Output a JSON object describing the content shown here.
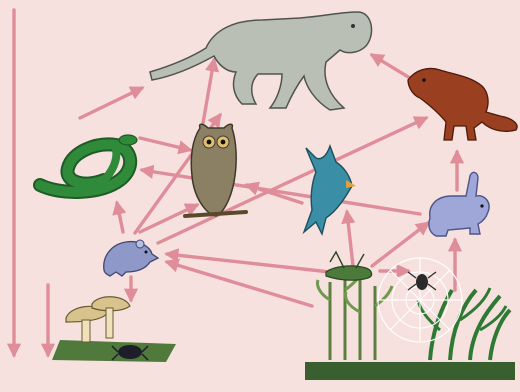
{
  "diagram": {
    "background": "#f6e1df",
    "arrow_color": "#e08d9a",
    "organisms": [
      {
        "id": "cougar",
        "icon": "cougar-icon",
        "color": "#b9bfb5"
      },
      {
        "id": "fox",
        "icon": "fox-icon",
        "color": "#9a3f20"
      },
      {
        "id": "snake",
        "icon": "snake-icon",
        "color": "#2f8a3a"
      },
      {
        "id": "owl",
        "icon": "owl-icon",
        "color": "#8b8064"
      },
      {
        "id": "bird",
        "icon": "bird-icon",
        "color": "#3a8fa6"
      },
      {
        "id": "rabbit",
        "icon": "rabbit-icon",
        "color": "#9fa6d8"
      },
      {
        "id": "mouse",
        "icon": "mouse-icon",
        "color": "#8e98c9"
      },
      {
        "id": "grasshopper",
        "icon": "grasshopper-icon",
        "color": "#4c7a3a"
      },
      {
        "id": "spider",
        "icon": "spider-icon",
        "color": "#2b2b2b"
      },
      {
        "id": "plants",
        "icon": "plants-icon",
        "color": "#2e7a34"
      },
      {
        "id": "fungi",
        "icon": "mushroom-icon",
        "color": "#d9c38d"
      },
      {
        "id": "beetle",
        "icon": "beetle-icon",
        "color": "#1e1e2a"
      }
    ],
    "links": [
      {
        "from": "snake",
        "to": "cougar"
      },
      {
        "from": "owl",
        "to": "cougar"
      },
      {
        "from": "fox",
        "to": "cougar"
      },
      {
        "from": "mouse",
        "to": "cougar"
      },
      {
        "from": "mouse",
        "to": "snake"
      },
      {
        "from": "mouse",
        "to": "owl"
      },
      {
        "from": "mouse",
        "to": "fox"
      },
      {
        "from": "rabbit",
        "to": "fox"
      },
      {
        "from": "rabbit",
        "to": "snake"
      },
      {
        "from": "bird",
        "to": "owl"
      },
      {
        "from": "snake",
        "to": "owl"
      },
      {
        "from": "grasshopper",
        "to": "mouse"
      },
      {
        "from": "grasshopper",
        "to": "bird"
      },
      {
        "from": "grasshopper",
        "to": "spider"
      },
      {
        "from": "spider",
        "to": "mouse"
      },
      {
        "from": "plants",
        "to": "rabbit"
      },
      {
        "from": "plants",
        "to": "mouse"
      },
      {
        "from": "mouse",
        "to": "fungi"
      },
      {
        "from": "top",
        "to": "decomposers"
      }
    ]
  }
}
